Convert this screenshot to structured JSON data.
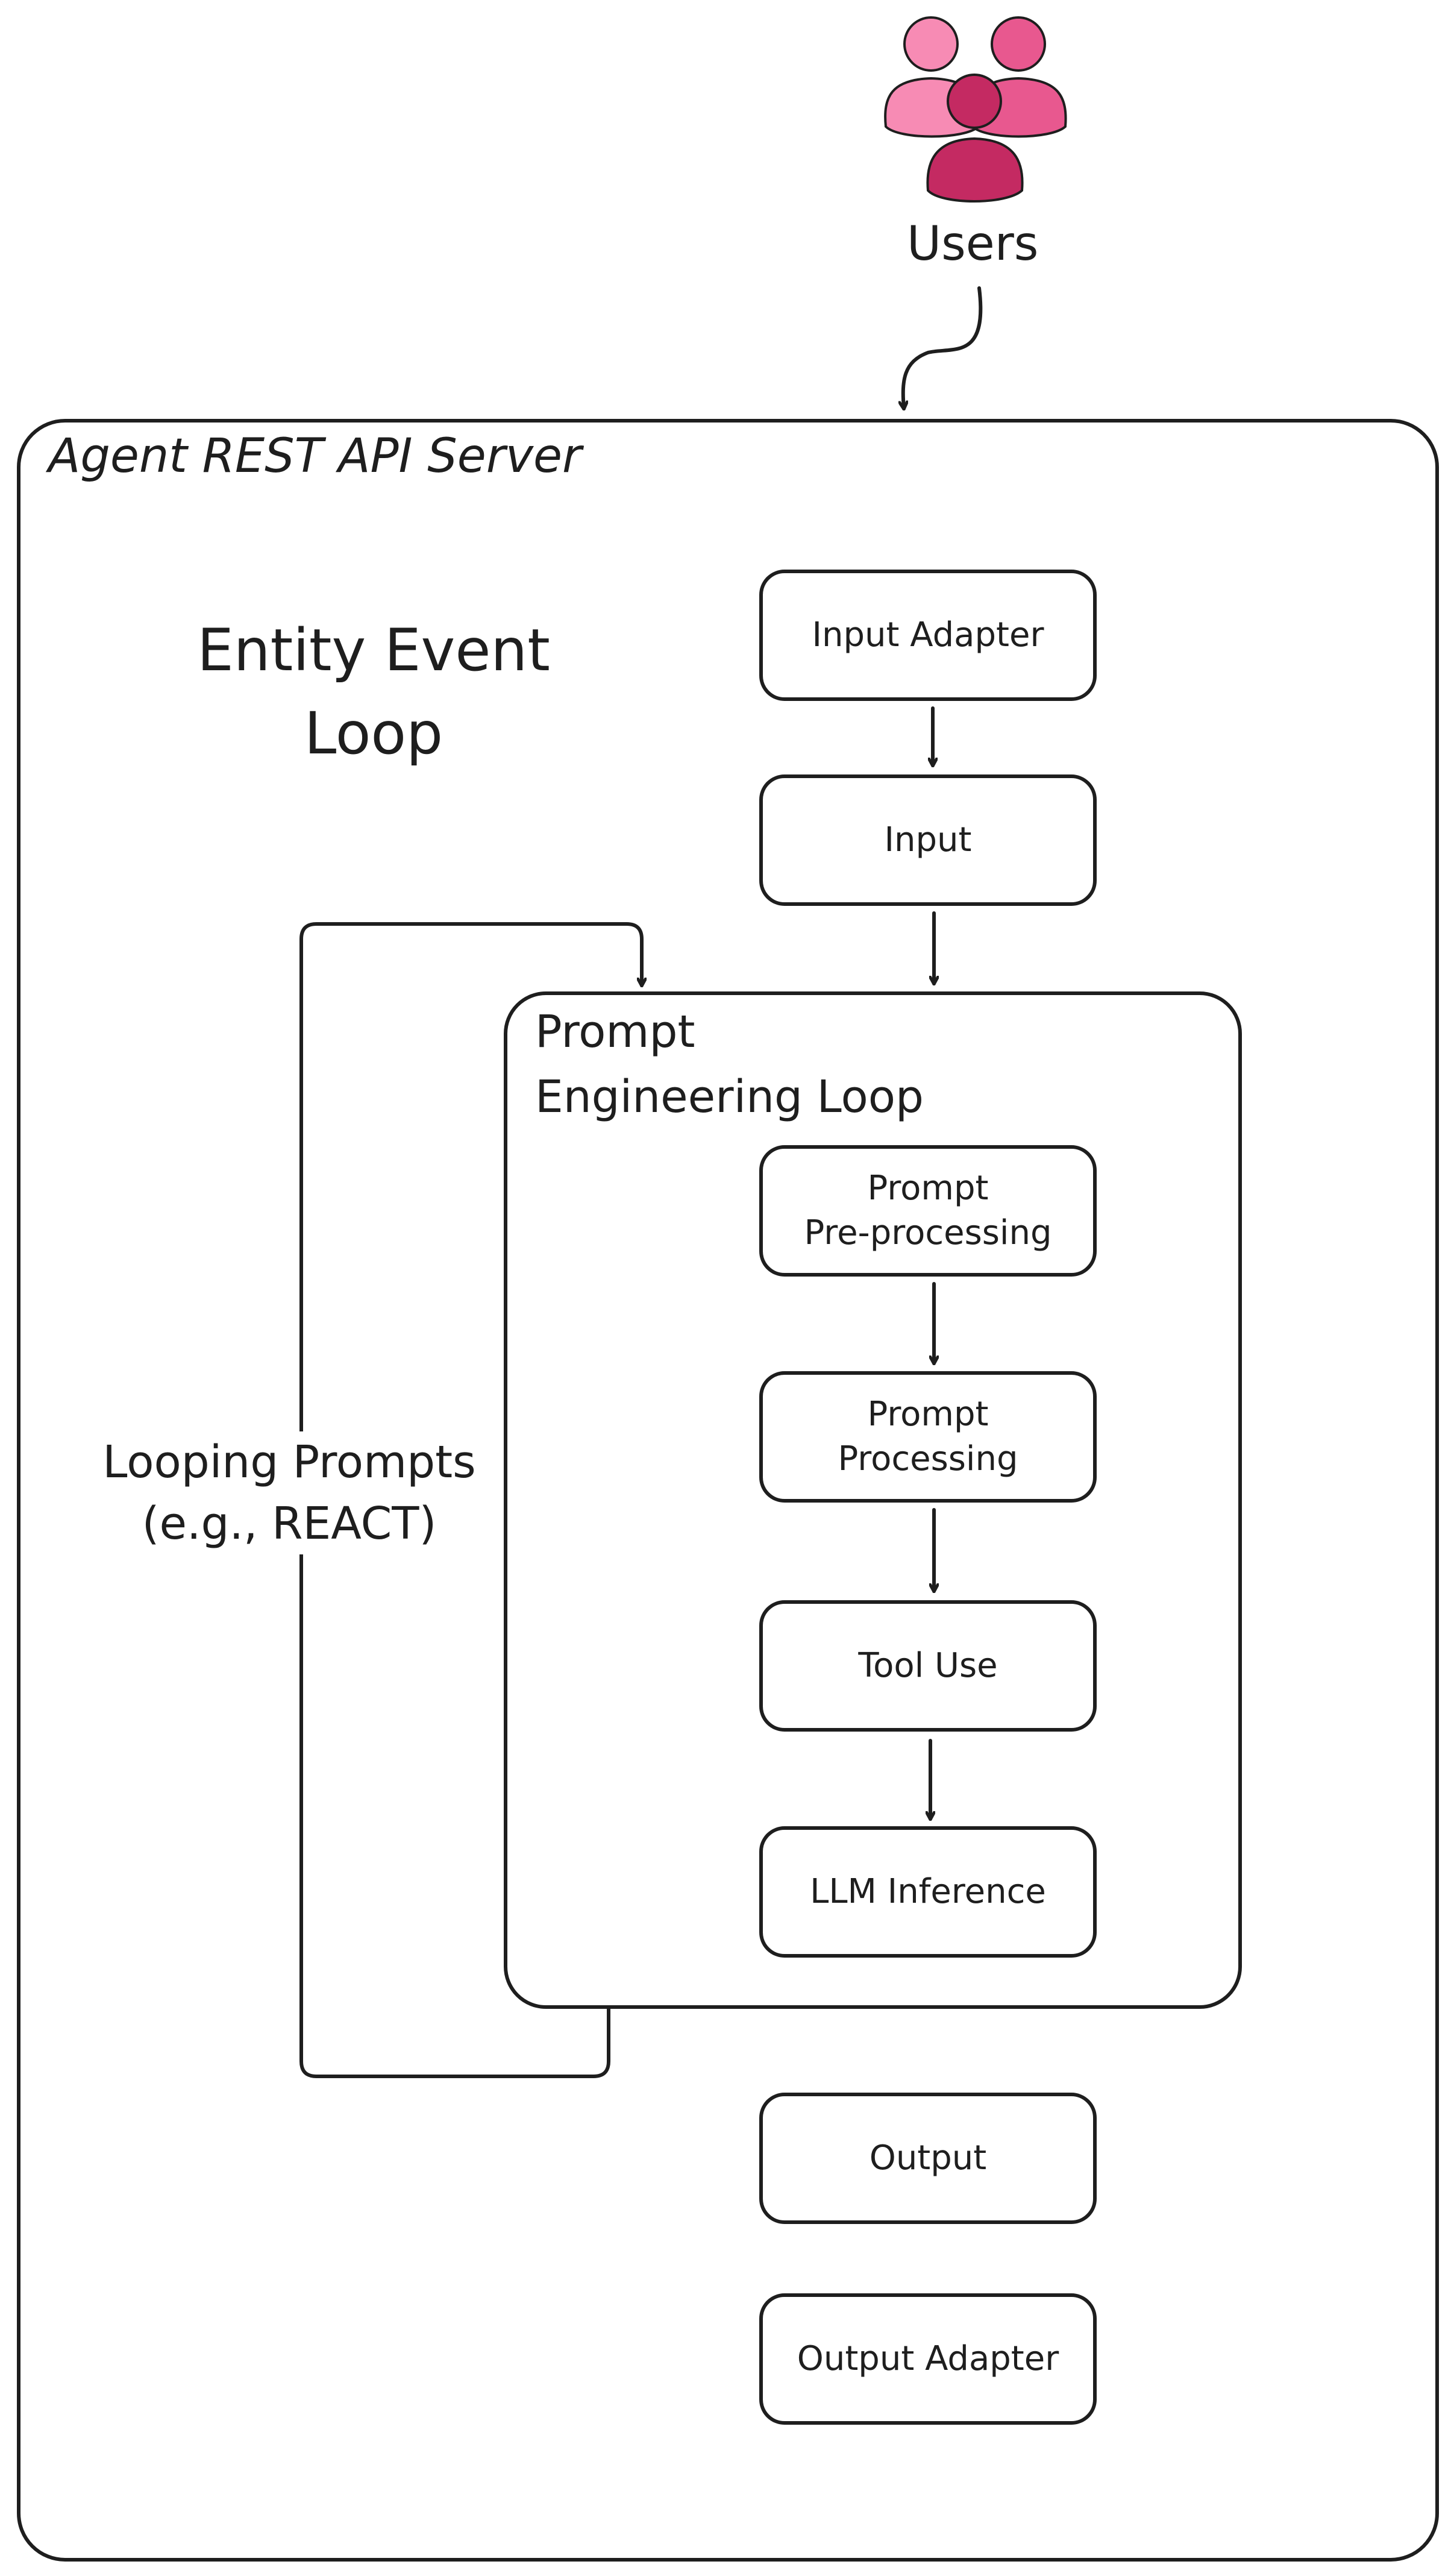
{
  "users": {
    "label": "Users",
    "icon": "users-icon"
  },
  "server": {
    "title": "Agent REST API Server"
  },
  "entity_loop": {
    "line1": "Entity Event",
    "line2": "Loop"
  },
  "prompt_loop": {
    "line1": "Prompt",
    "line2": "Engineering Loop"
  },
  "looping": {
    "line1": "Looping Prompts",
    "line2": "(e.g., REACT)"
  },
  "nodes": {
    "input_adapter": "Input Adapter",
    "input": "Input",
    "preprocessing_line1": "Prompt",
    "preprocessing_line2": "Pre-processing",
    "processing_line1": "Prompt",
    "processing_line2": "Processing",
    "tool_use": "Tool Use",
    "llm_inference": "LLM Inference",
    "output": "Output",
    "output_adapter": "Output Adapter"
  },
  "colors": {
    "stroke": "#1e1e1e",
    "user_light": "#f78bb4",
    "user_mid": "#e8588f",
    "user_dark": "#c42a62"
  }
}
